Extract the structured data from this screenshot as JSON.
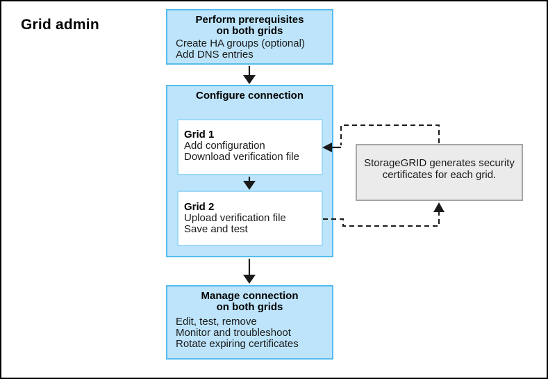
{
  "page": {
    "title": "Grid admin"
  },
  "colors": {
    "flow_box_fill": "#BDE4FA",
    "flow_box_border": "#55BCEE",
    "inner_box_border": "#9FD9F7",
    "callout_fill": "#EBEBEB",
    "callout_border": "#A6A6A6",
    "connector": "#1A1A1A",
    "frame_border": "#000000"
  },
  "flow": {
    "prerequisites": {
      "title_lines": [
        "Perform prerequisites",
        "on both grids"
      ],
      "items": [
        "Create HA groups (optional)",
        "Add DNS entries"
      ]
    },
    "configure": {
      "title": "Configure connection",
      "grid1": {
        "title": "Grid 1",
        "items": [
          "Add configuration",
          "Download verification file"
        ]
      },
      "grid2": {
        "title": "Grid 2",
        "items": [
          "Upload verification file",
          "Save and test"
        ]
      }
    },
    "manage": {
      "title_lines": [
        "Manage connection",
        "on both grids"
      ],
      "items": [
        "Edit, test, remove",
        "Monitor and troubleshoot",
        "Rotate expiring certificates"
      ]
    }
  },
  "callout": {
    "text_lines": [
      "StorageGRID generates security",
      "certificates for each grid."
    ]
  }
}
